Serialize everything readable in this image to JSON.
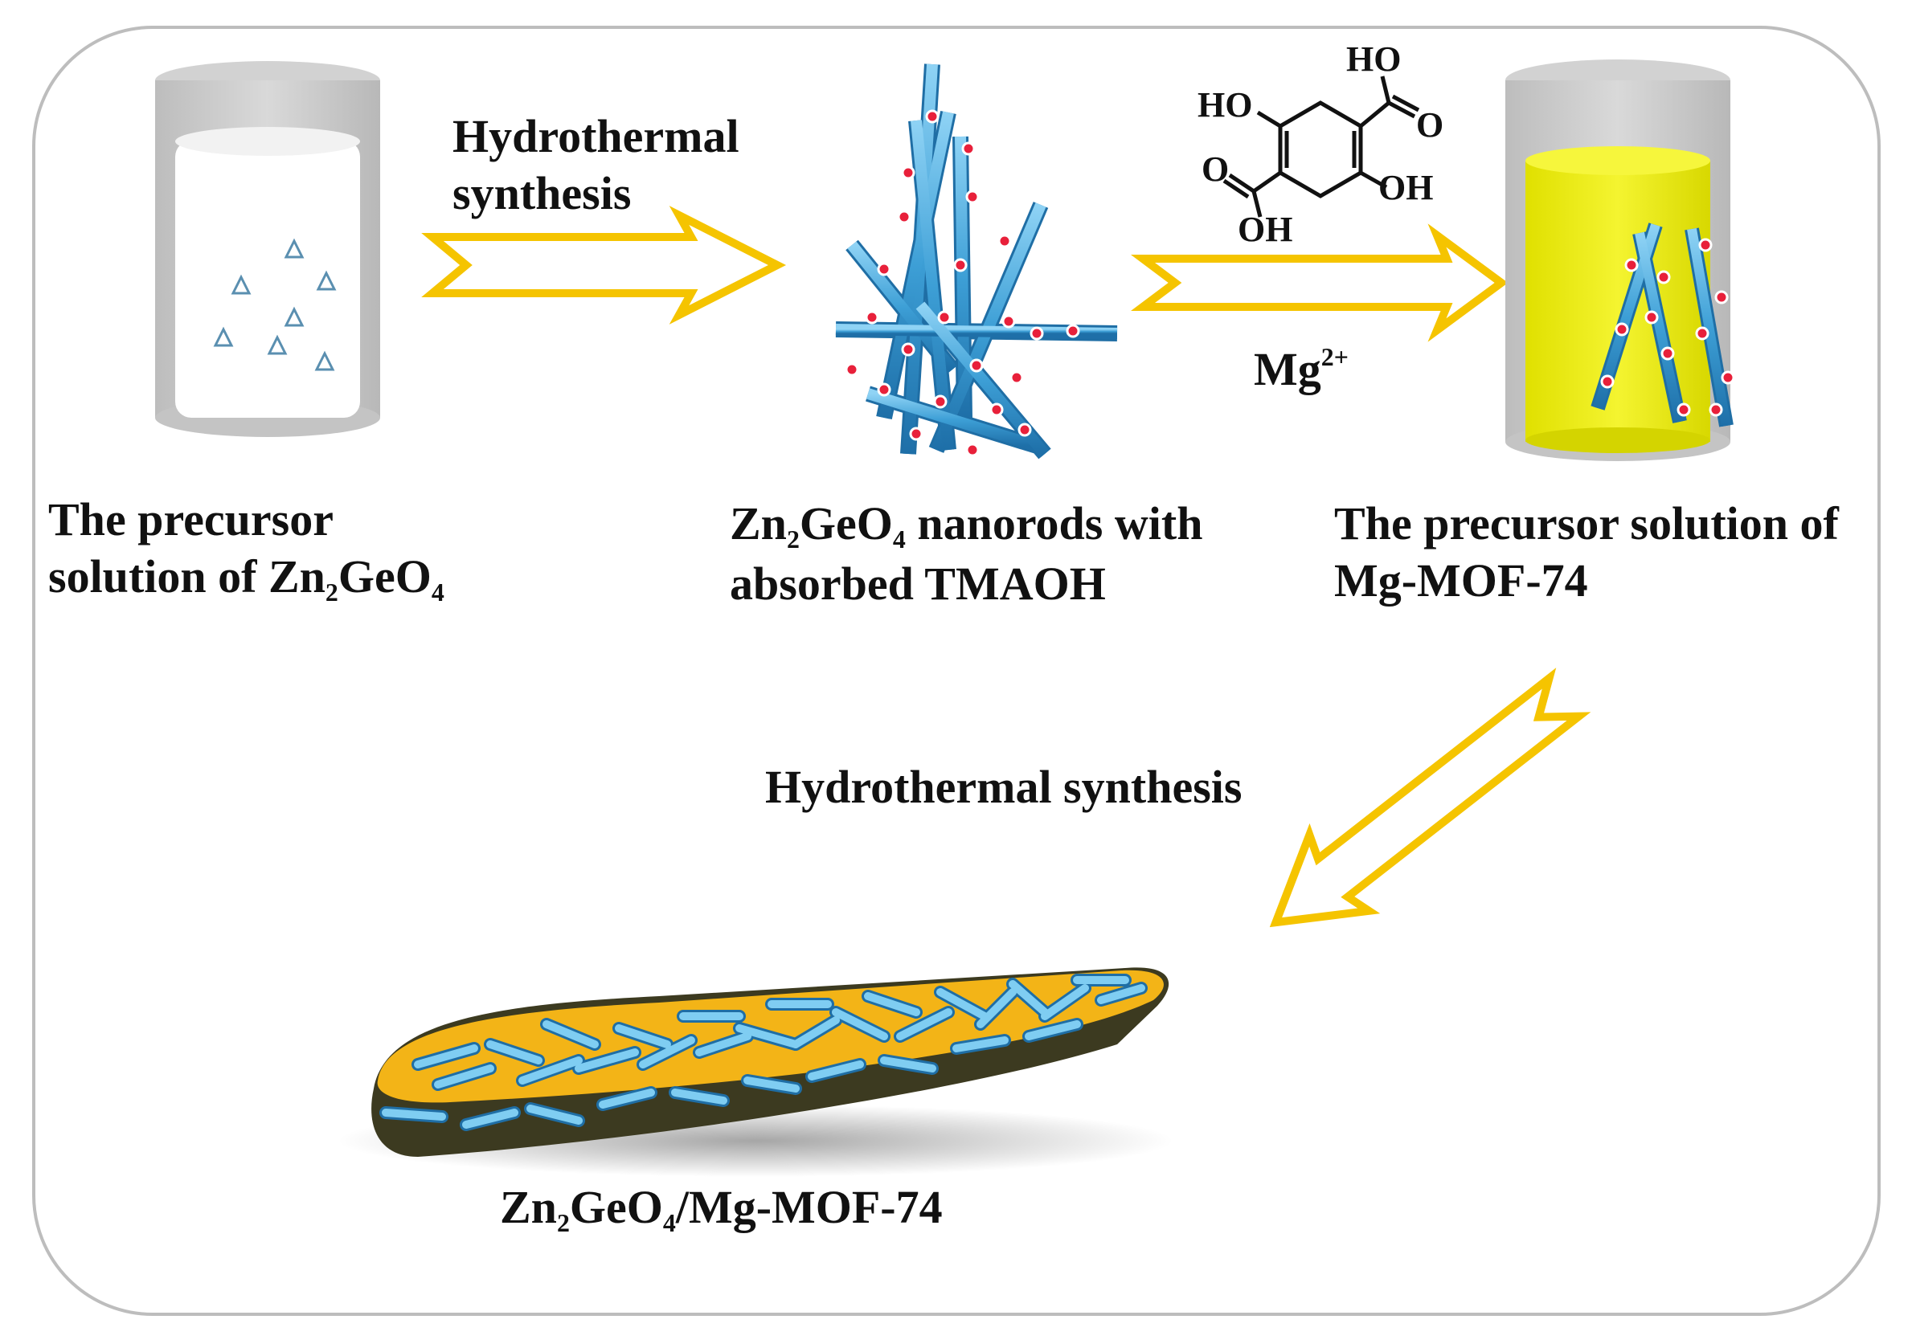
{
  "labels": {
    "step1_label_line1": "The precursor",
    "step1_label_line2_prefix": "solution of Zn",
    "step1_sub_a": "2",
    "step1_mid": "GeO",
    "step1_sub_b": "4",
    "arrow1_label_line1": "Hydrothermal",
    "arrow1_label_line2": "synthesis",
    "step2_prefix": "Zn",
    "step2_sub_a": "2",
    "step2_mid": "GeO",
    "step2_sub_b": "4",
    "step2_suffix": " nanorods with",
    "step2_line2": "absorbed TMAOH",
    "arrow2_ion": "Mg",
    "arrow2_ion_charge": "2+",
    "step3_line1": "The precursor solution of",
    "step3_line2": "Mg-MOF-74",
    "arrow3_label": "Hydrothermal synthesis",
    "product_prefix": "Zn",
    "product_sub_a": "2",
    "product_mid": "GeO",
    "product_sub_b": "4",
    "product_suffix": "/Mg-MOF-74"
  },
  "molecule_labels": {
    "ho_top": "HO",
    "o_right": "O",
    "ho_left": "HO",
    "oh_right": "OH",
    "o_left": "O",
    "oh_bottom": "OH"
  },
  "colors": {
    "arrow_outline": "#f5c400",
    "solution_yellow": "#ecec10",
    "nanorod_blue": "#3d9fd6",
    "dot_red": "#e8203a",
    "plate_yellow": "#f3b417",
    "beaker_grey": "#cfcfcf",
    "frame_grey": "#bdbdbd"
  }
}
